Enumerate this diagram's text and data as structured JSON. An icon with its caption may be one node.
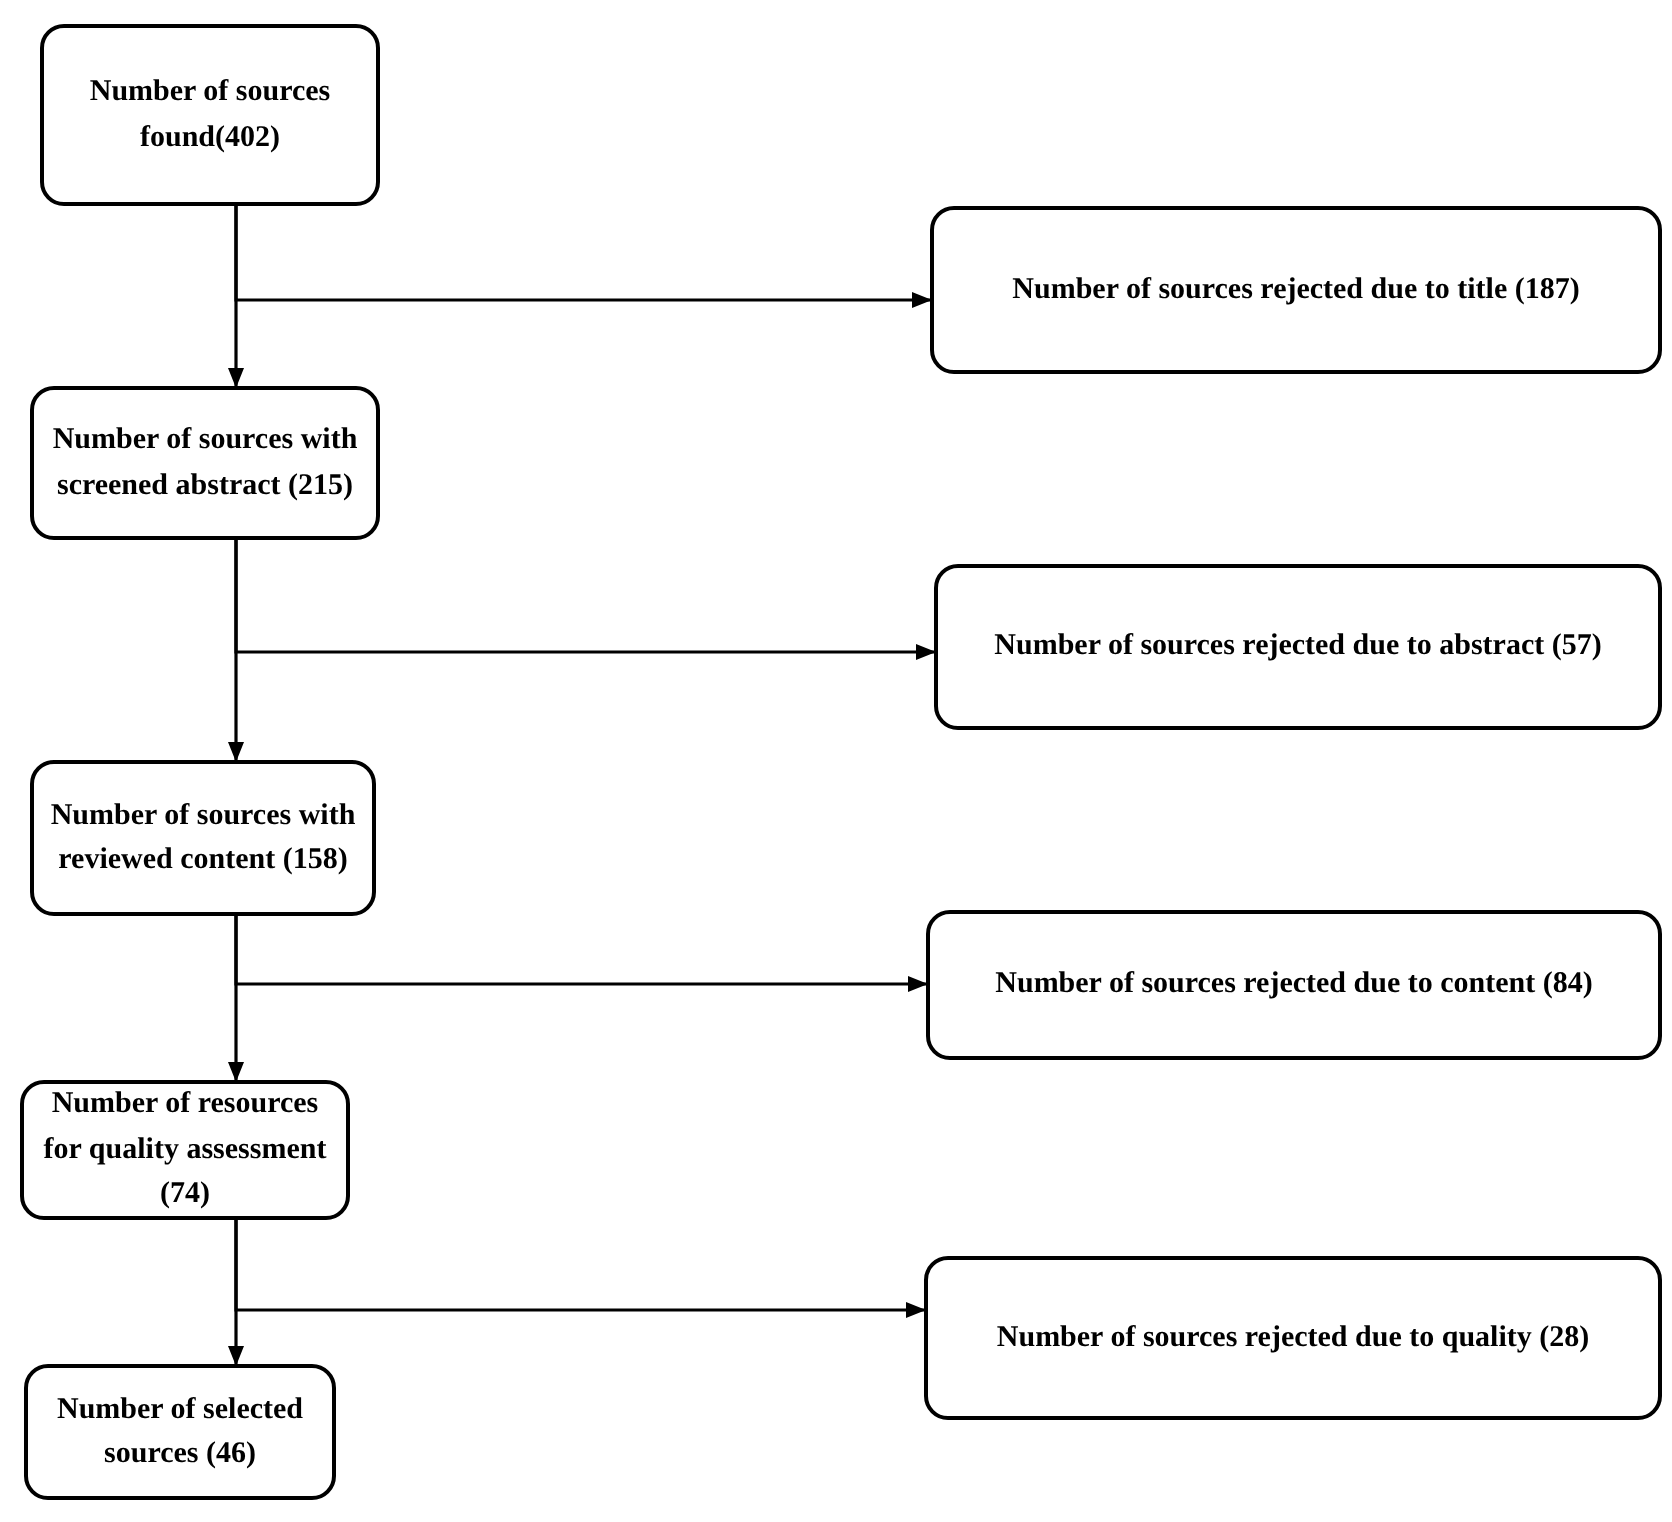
{
  "diagram": {
    "nodes": [
      {
        "text": [
          "Number of sources found(402)"
        ]
      },
      {
        "text": [
          "Number of sources with screened abstract (215)"
        ]
      },
      {
        "text": [
          "Number of sources with reviewed content (158)"
        ]
      },
      {
        "text": [
          "Number of resources for quality assessment (74)"
        ]
      },
      {
        "text": [
          "Number of selected sources (46)"
        ]
      },
      {
        "text": [
          "Number of sources rejected due to title (187)"
        ]
      },
      {
        "text": [
          "Number of sources rejected due to abstract (57)"
        ]
      },
      {
        "text": [
          "Number of sources rejected due to content (84)"
        ]
      },
      {
        "text": [
          "Number of sources rejected due to quality (28)"
        ]
      }
    ],
    "edges": [
      {
        "from": 0,
        "to": 1,
        "arrow": "to"
      },
      {
        "from": 0,
        "to": 5,
        "arrow": "to"
      },
      {
        "from": 1,
        "to": 2,
        "arrow": "to"
      },
      {
        "from": 1,
        "to": 6,
        "arrow": "to"
      },
      {
        "from": 2,
        "to": 3,
        "arrow": "to"
      },
      {
        "from": 2,
        "to": 7,
        "arrow": "to"
      },
      {
        "from": 3,
        "to": 4,
        "arrow": "to"
      },
      {
        "from": 3,
        "to": 8,
        "arrow": "to"
      }
    ]
  }
}
